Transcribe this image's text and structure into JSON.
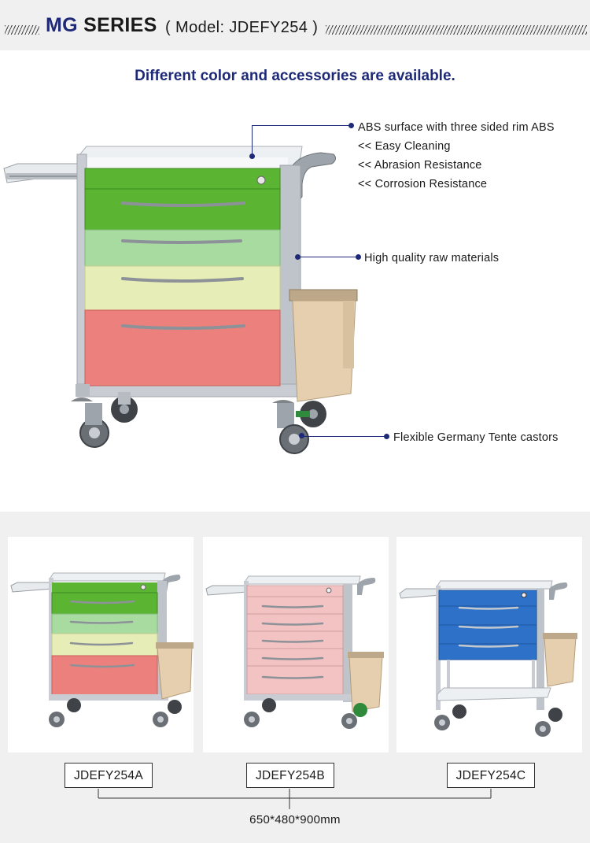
{
  "header": {
    "series_bold": "MG",
    "series_word": "SERIES",
    "model_label": "( Model:  JDEFY254 )"
  },
  "subtitle": "Different color and accessories are available.",
  "callouts": {
    "surface": {
      "title": "ABS surface with three sided rim ABS",
      "bullets": [
        "<< Easy Cleaning",
        "<< Abrasion Resistance",
        "<< Corrosion Resistance"
      ]
    },
    "materials": "High quality raw materials",
    "castors": "Flexible Germany Tente castors"
  },
  "variants": [
    {
      "model": "JDEFY254A",
      "drawer_colors": [
        "#5bb432",
        "#a8dba0",
        "#e6edb6",
        "#ec807c"
      ],
      "frame_type": "closed"
    },
    {
      "model": "JDEFY254B",
      "drawer_colors": [
        "#f3c3c3",
        "#f3c3c3",
        "#f3c3c3",
        "#f3c3c3",
        "#f3c3c3"
      ],
      "frame_type": "closed"
    },
    {
      "model": "JDEFY254C",
      "drawer_colors": [
        "#2e71c8",
        "#2e71c8",
        "#2e71c8"
      ],
      "frame_type": "open"
    }
  ],
  "dimensions": "650*480*900mm",
  "colors": {
    "accent_navy": "#1e2a78",
    "frame_gray": "#c9cdd3",
    "bin_beige": "#e5cfae",
    "main_drawers": [
      "#5bb432",
      "#a8dba0",
      "#e6edb6",
      "#ec807c"
    ]
  }
}
